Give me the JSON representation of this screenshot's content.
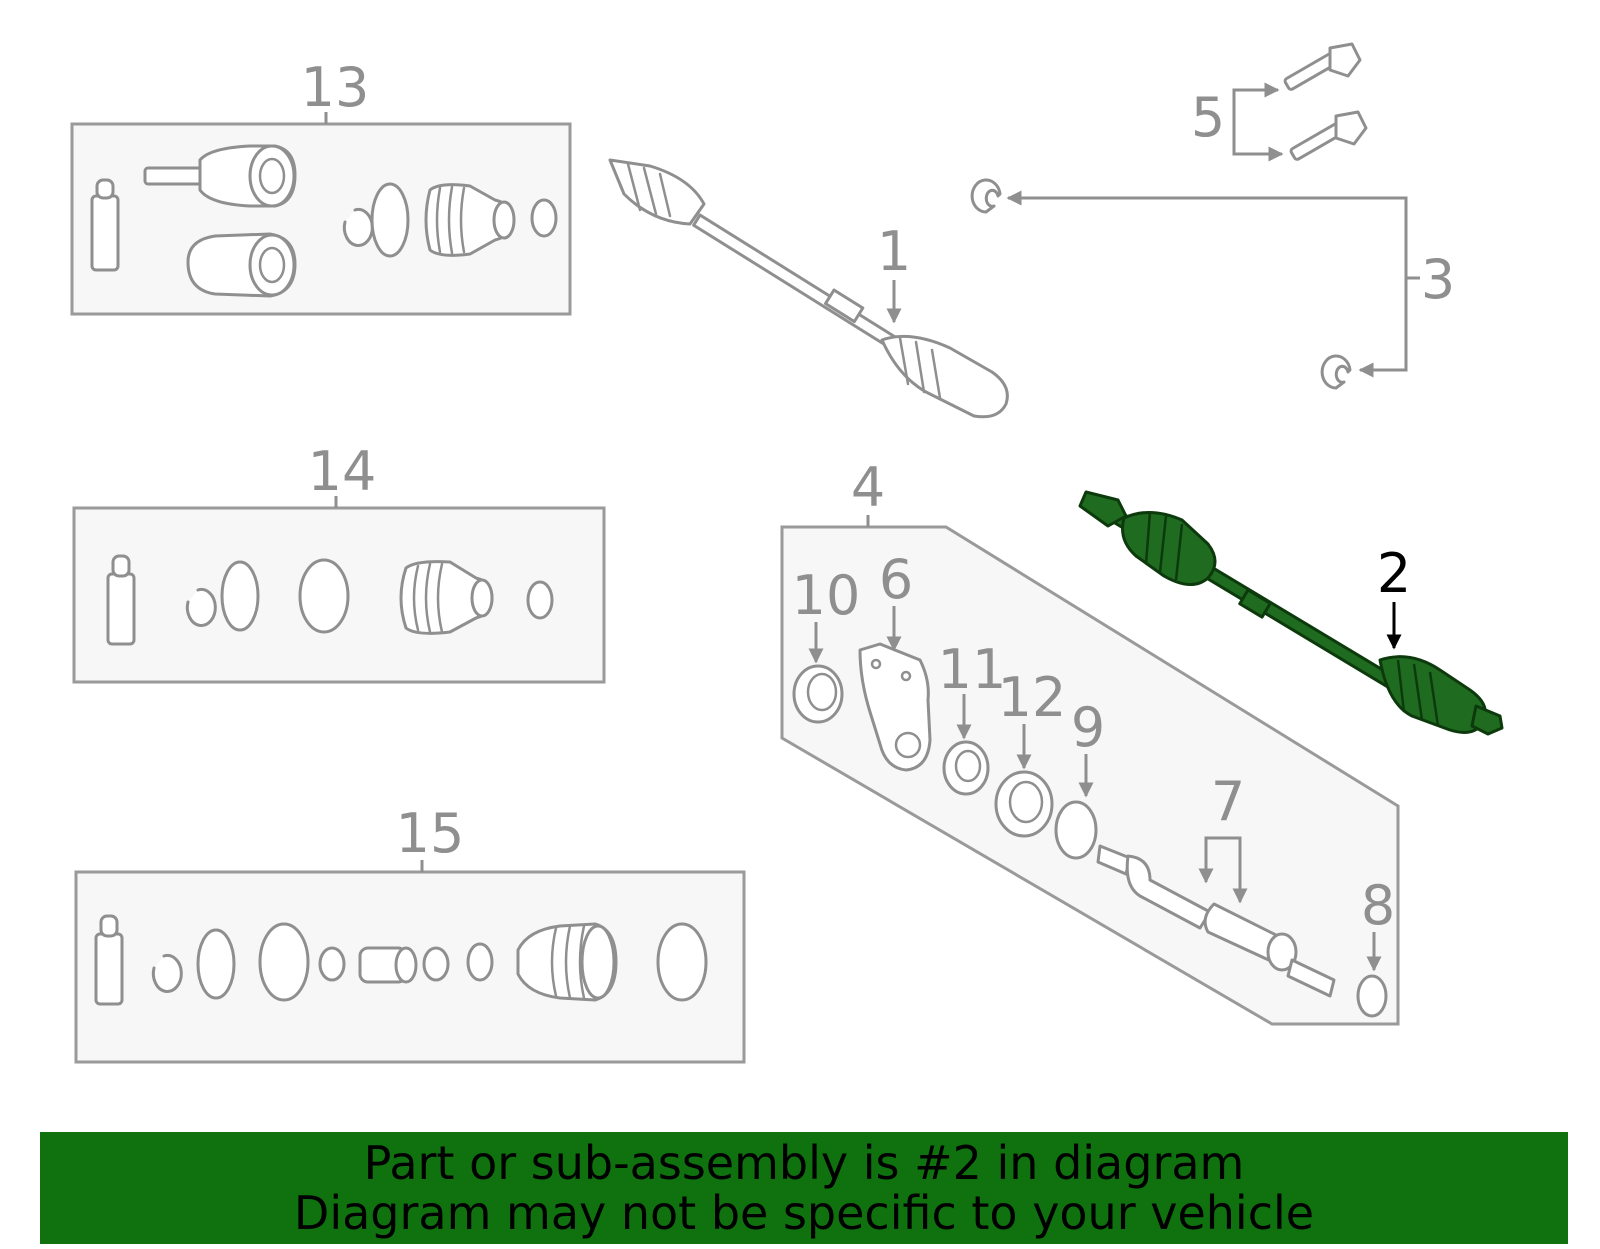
{
  "callouts": {
    "c1": "1",
    "c2": "2",
    "c3": "3",
    "c4": "4",
    "c5": "5",
    "c6": "6",
    "c7": "7",
    "c8": "8",
    "c9": "9",
    "c10": "10",
    "c11": "11",
    "c12": "12",
    "c13": "13",
    "c14": "14",
    "c15": "15"
  },
  "highlighted_part": "2",
  "colors": {
    "highlight": "#1f6b1f",
    "banner": "#0f720f",
    "line": "#8f8f8f"
  },
  "banner": {
    "line1": "Part or sub-assembly is #2 in diagram",
    "line2": "Diagram may not be specific to your vehicle"
  }
}
